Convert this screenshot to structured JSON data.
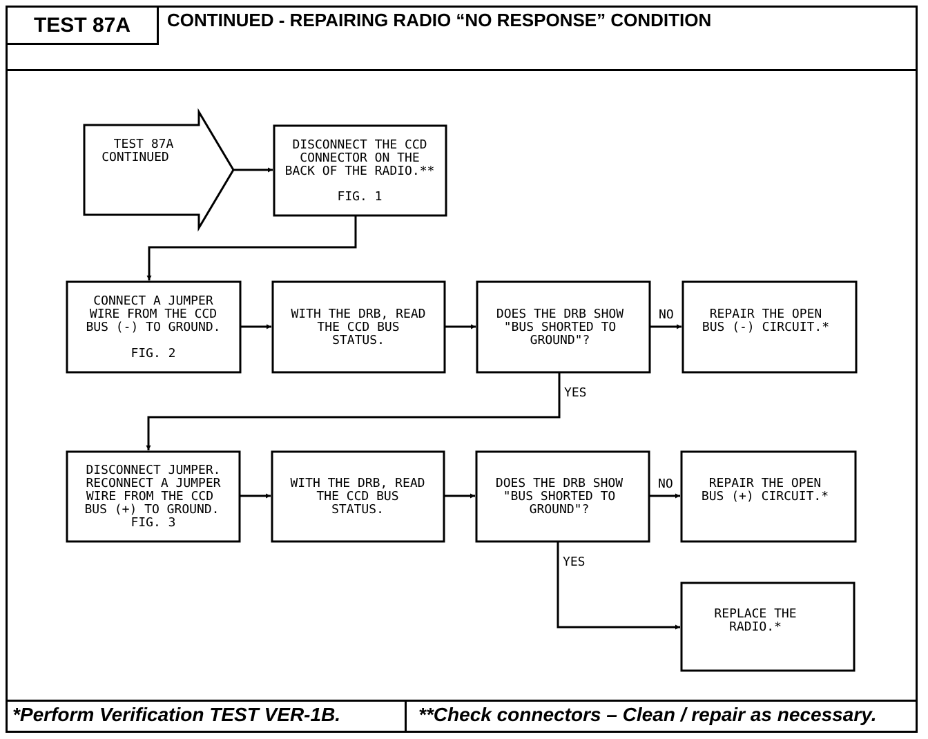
{
  "header": {
    "test_id": "TEST 87A",
    "title": "CONTINUED -  REPAIRING RADIO “NO RESPONSE” CONDITION"
  },
  "flowchart": {
    "start": {
      "lines": [
        "TEST 87A",
        "CONTINUED"
      ]
    },
    "step_disconnect_ccd": {
      "lines": [
        "DISCONNECT THE CCD",
        "CONNECTOR ON THE",
        "BACK OF THE RADIO.**"
      ],
      "fig": "FIG. 1"
    },
    "step_jumper_minus": {
      "lines": [
        "CONNECT A JUMPER",
        "WIRE FROM THE CCD",
        "BUS (-) TO GROUND."
      ],
      "fig": "FIG. 2"
    },
    "step_read_status_1": {
      "lines": [
        "WITH THE DRB, READ",
        "THE CCD BUS",
        "STATUS."
      ]
    },
    "decision_1": {
      "lines": [
        "DOES THE DRB SHOW",
        "\"BUS SHORTED TO",
        "GROUND\"?"
      ]
    },
    "repair_minus": {
      "lines": [
        "REPAIR THE OPEN",
        "BUS (-) CIRCUIT.*"
      ]
    },
    "step_jumper_plus": {
      "lines": [
        "DISCONNECT JUMPER.",
        "RECONNECT A JUMPER",
        "WIRE FROM THE CCD",
        "BUS (+) TO GROUND.",
        "FIG. 3"
      ]
    },
    "step_read_status_2": {
      "lines": [
        "WITH THE DRB, READ",
        "THE CCD BUS",
        "STATUS."
      ]
    },
    "decision_2": {
      "lines": [
        "DOES THE DRB SHOW",
        "\"BUS SHORTED TO",
        "GROUND\"?"
      ]
    },
    "repair_plus": {
      "lines": [
        "REPAIR THE OPEN",
        "BUS (+) CIRCUIT.*"
      ]
    },
    "replace_radio": {
      "lines": [
        "REPLACE THE",
        "RADIO.*"
      ]
    },
    "labels": {
      "no": "NO",
      "yes": "YES"
    }
  },
  "footer": {
    "left_note": "*Perform Verification TEST VER-1B.",
    "right_note": "**Check connectors – Clean / repair as necessary."
  },
  "colors": {
    "ink": "#000000",
    "paper": "#ffffff"
  }
}
